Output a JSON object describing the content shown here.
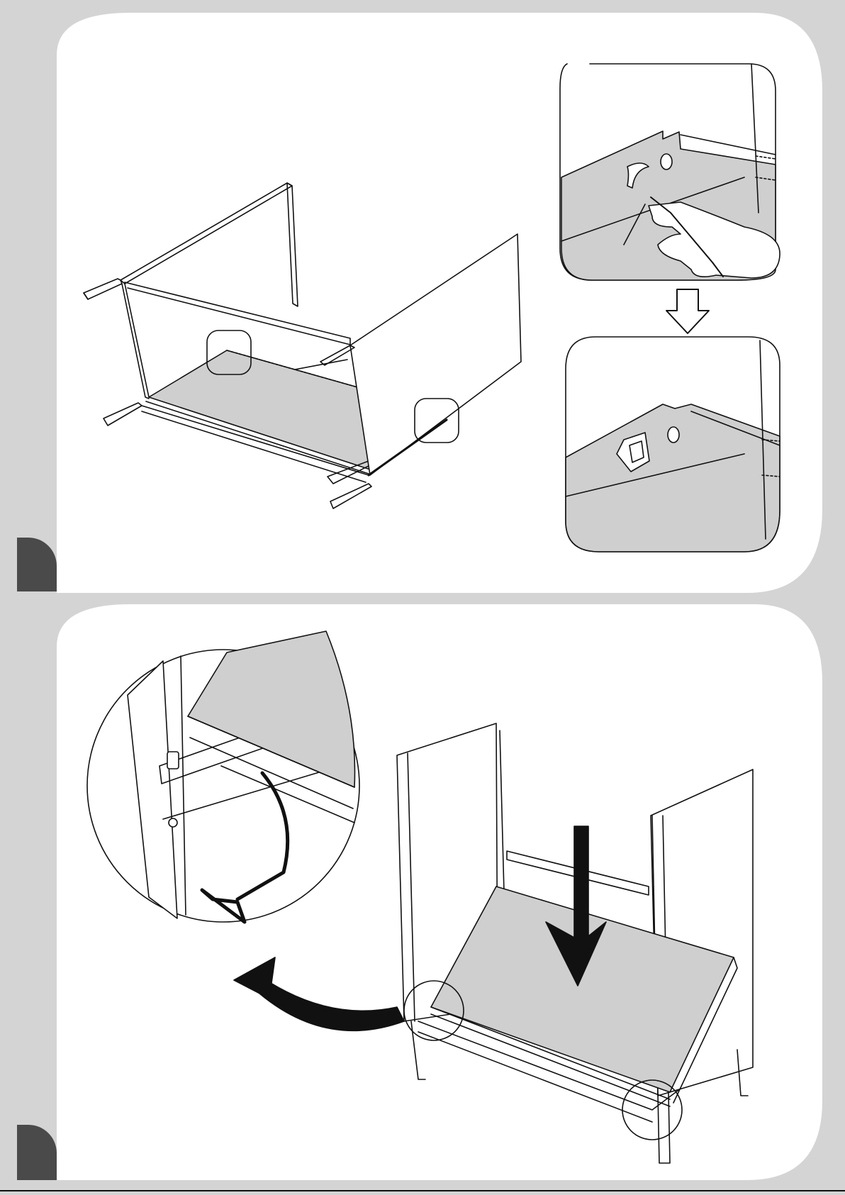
{
  "colors": {
    "background": "#d4d4d4",
    "panel": "#ffffff",
    "step_tab": "#4a4a4a",
    "line": "#111111",
    "surface_gray": "#cfcfcf"
  },
  "steps": [
    {
      "number": "",
      "illustrations": [
        "frame-with-shelf-perspective",
        "detail-clip-insertion-by-hand",
        "detail-clip-installed"
      ],
      "icons": [
        "down-arrow-outline-icon",
        "hand-icon"
      ]
    },
    {
      "number": "",
      "illustrations": [
        "magnified-corner-detail",
        "shelf-lowering-into-frame"
      ],
      "icons": [
        "curved-arrow-icon",
        "down-arrow-solid-icon"
      ]
    }
  ]
}
